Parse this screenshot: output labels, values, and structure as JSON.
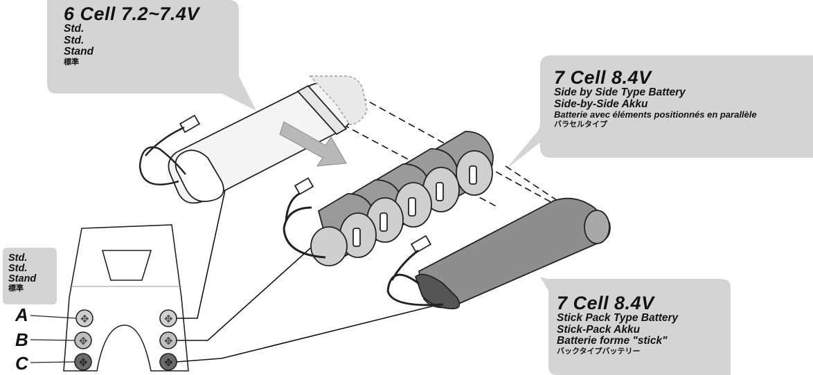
{
  "callout_6cell": {
    "title": "6 Cell 7.2~7.4V",
    "lines": [
      "Std.",
      "Std.",
      "Stand",
      "標準"
    ]
  },
  "callout_7cell_side": {
    "title": "7 Cell 8.4V",
    "lines": [
      "Side by Side Type Battery",
      "Side-by-Side Akku",
      "Batterie avec éléments positionnés en parallèle",
      "バラセルタイプ"
    ]
  },
  "callout_7cell_stick": {
    "title": "7 Cell 8.4V",
    "lines": [
      "Stick Pack Type Battery",
      "Stick-Pack Akku",
      "Batterie forme \"stick\"",
      "バックタイプバッテリー"
    ]
  },
  "legend": {
    "lines": [
      "Std.",
      "Std.",
      "Stand",
      "標準"
    ]
  },
  "positions": [
    "A",
    "B",
    "C"
  ],
  "colors": {
    "callout_bg": "#d4d4d4",
    "line": "#111111",
    "battery_fill": "#f4f4f4",
    "stick_fill": "#8e8e8e"
  }
}
